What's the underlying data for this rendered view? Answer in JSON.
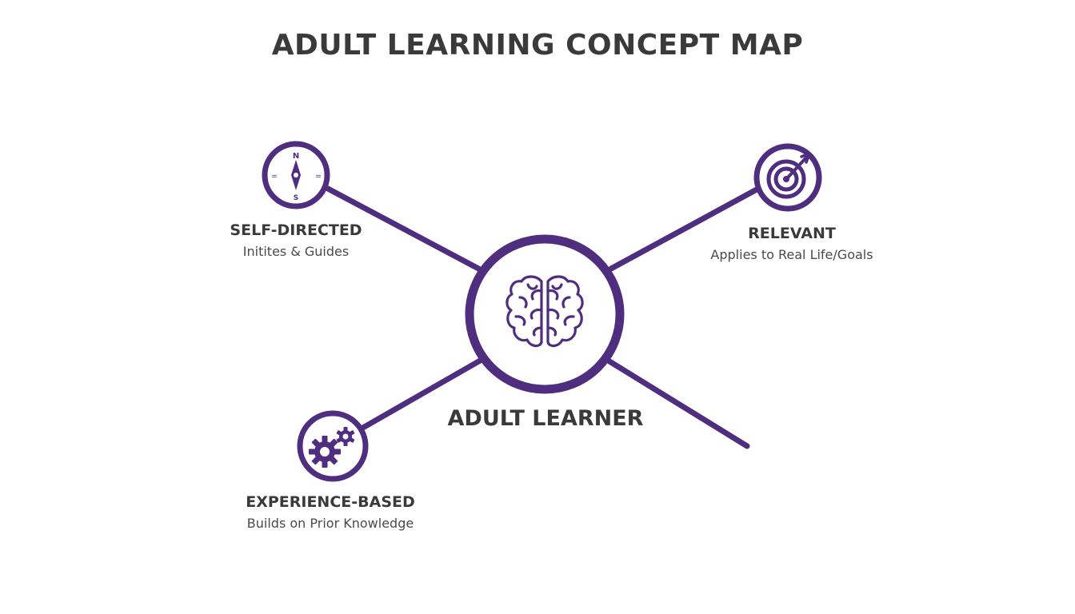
{
  "title": "ADULT LEARNING CONCEPT MAP",
  "colors": {
    "accent": "#4f2d7f",
    "text": "#3a3a3a"
  },
  "center": {
    "label": "ADULT LEARNER",
    "icon": "brain-icon"
  },
  "nodes": [
    {
      "id": "self-directed",
      "title": "SELF-DIRECTED",
      "subtitle": "Initites & Guides",
      "icon": "compass-icon",
      "compass_marks": {
        "n": "N",
        "s": "S",
        "e": "=",
        "w": "="
      }
    },
    {
      "id": "relevant",
      "title": "RELEVANT",
      "subtitle": "Applies to Real Life/Goals",
      "icon": "target-icon"
    },
    {
      "id": "experience-based",
      "title": "EXPERIENCE-BASED",
      "subtitle": "Builds on Prior Knowledge",
      "icon": "gears-icon"
    }
  ]
}
